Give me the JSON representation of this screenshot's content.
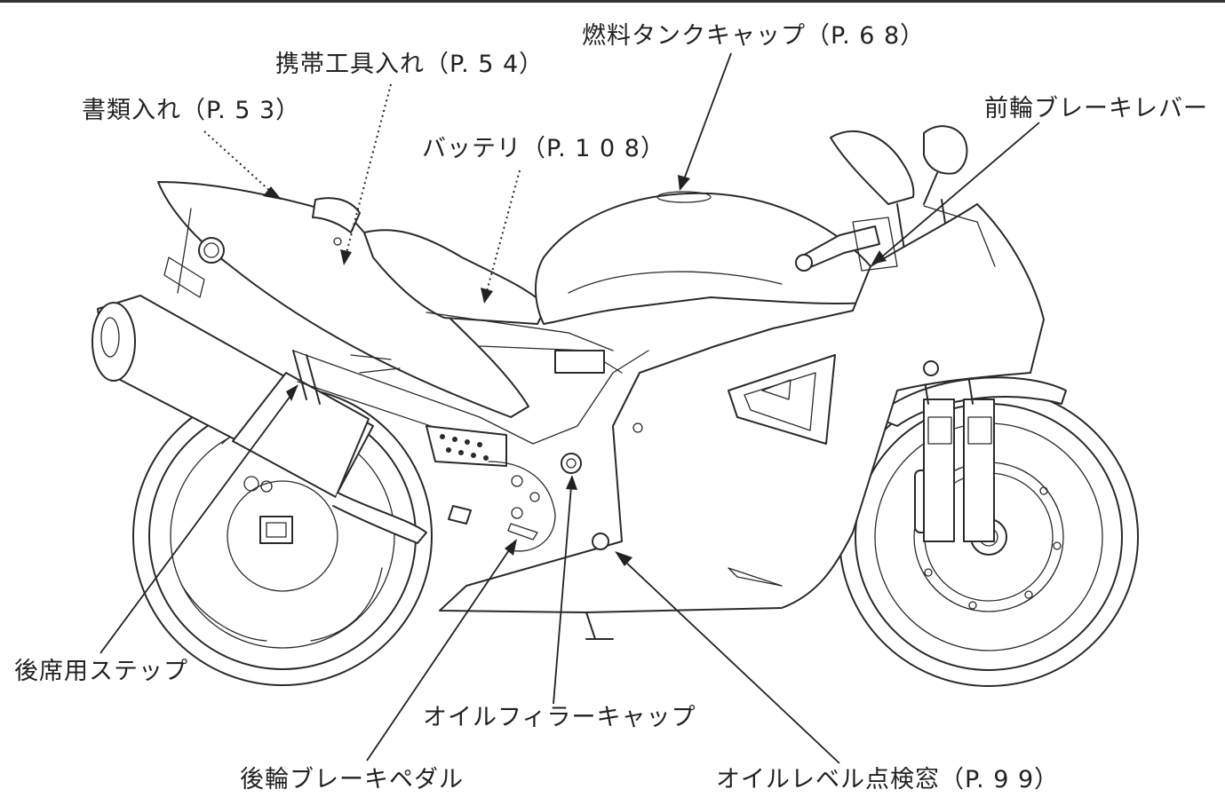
{
  "labels": {
    "document_tray": "書類入れ（P. 5 3）",
    "tool_kit_holder": "携帯工具入れ（P. 5 4）",
    "fuel_tank_cap": "燃料タンクキャップ（P. 6 8）",
    "battery": "バッテリ（P. 1 0 8）",
    "front_brake_lever": "前輪ブレーキレバー",
    "passenger_footrest": "後席用ステップ",
    "oil_filler_cap": "オイルフィラーキャップ",
    "rear_brake_pedal": "後輪ブレーキペダル",
    "oil_level_window": "オイルレベル点検窓（P. 9 9）"
  },
  "colors": {
    "line": "#2a2a2a",
    "background": "#ffffff"
  }
}
